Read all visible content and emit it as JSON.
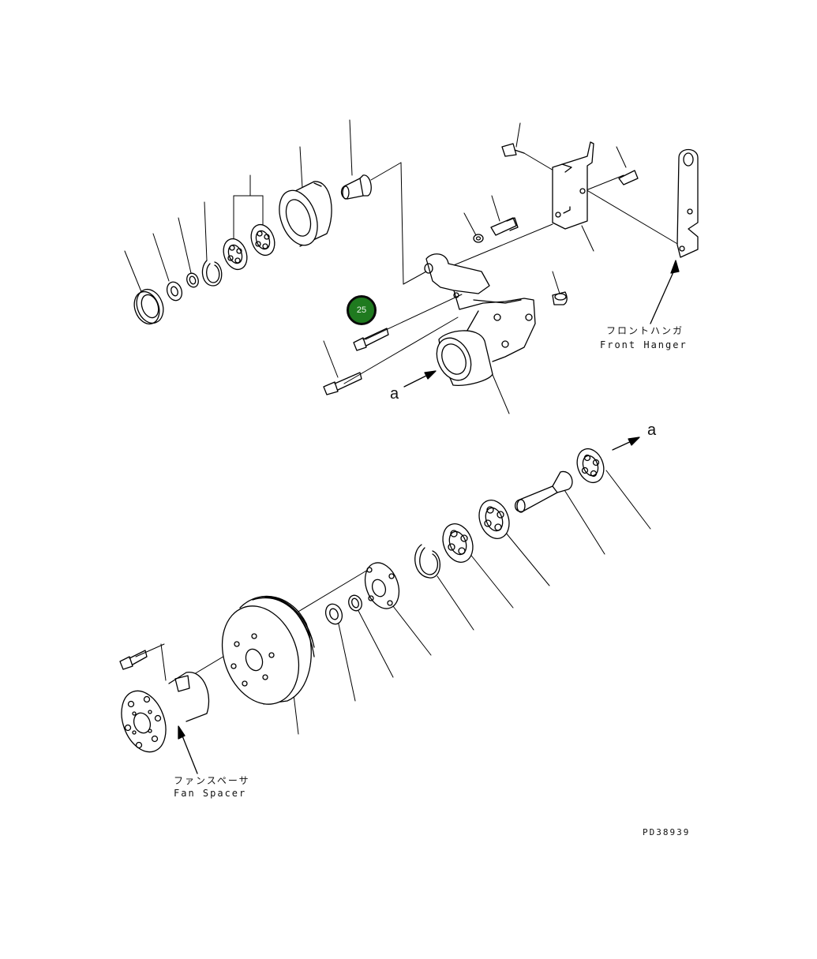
{
  "callout": {
    "number": "25",
    "color": "#1f7a1f"
  },
  "labels": {
    "front_hanger_jp": "フロントハンガ",
    "front_hanger_en": "Front Hanger",
    "fan_spacer_jp": "ファンスペーサ",
    "fan_spacer_en": "Fan Spacer",
    "view_a_left": "a",
    "view_a_right": "a",
    "drawing_number": "PD38939"
  }
}
